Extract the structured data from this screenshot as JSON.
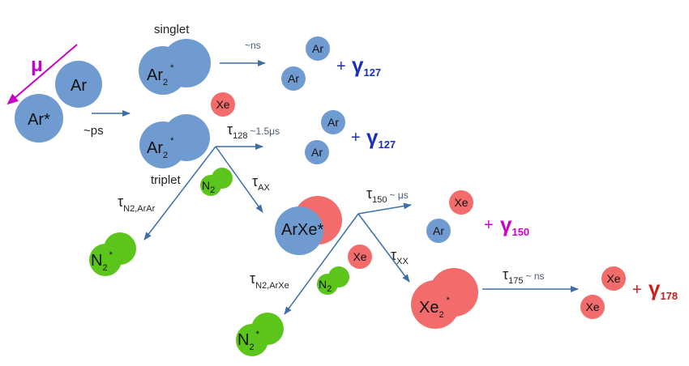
{
  "colors": {
    "argon": "#6f9bd1",
    "xenon": "#f26c6c",
    "nitrogen": "#5cc51c",
    "arrow": "#3d6ea8",
    "muon": "#cc00cc",
    "gamma_ar": "#1a2fb8",
    "gamma_xe150": "#cc00cc",
    "gamma_xe178": "#c62020"
  },
  "labels": {
    "mu": "μ",
    "singlet": "singlet",
    "triplet": "triplet",
    "ps": "~ps",
    "ns": "~ns"
  },
  "particles": {
    "ar": "Ar",
    "ar_star": "Ar*",
    "ar2": "Ar",
    "ar2_sub": "2",
    "star": "*",
    "xe": "Xe",
    "n2": "N",
    "n2_sub": "2",
    "arxe": "ArXe*",
    "xe2": "Xe",
    "xe2_sub": "2"
  },
  "taus": {
    "tau128": {
      "sym": "τ",
      "sub": "128",
      "note": "~1.5μs"
    },
    "tauAX": {
      "sym": "τ",
      "sub": "AX"
    },
    "tauN2ArAr": {
      "sym": "τ",
      "sub": "N2,ArAr"
    },
    "tau150": {
      "sym": "τ",
      "sub": "150",
      "note": "~ μs"
    },
    "tauXX": {
      "sym": "τ",
      "sub": "XX"
    },
    "tauN2ArXe": {
      "sym": "τ",
      "sub": "N2,ArXe"
    },
    "tau175": {
      "sym": "τ",
      "sub": "175",
      "note": "~ ns"
    }
  },
  "photons": {
    "plus": "+",
    "gamma": "γ",
    "g127": "127",
    "g150": "150",
    "g178": "178"
  }
}
